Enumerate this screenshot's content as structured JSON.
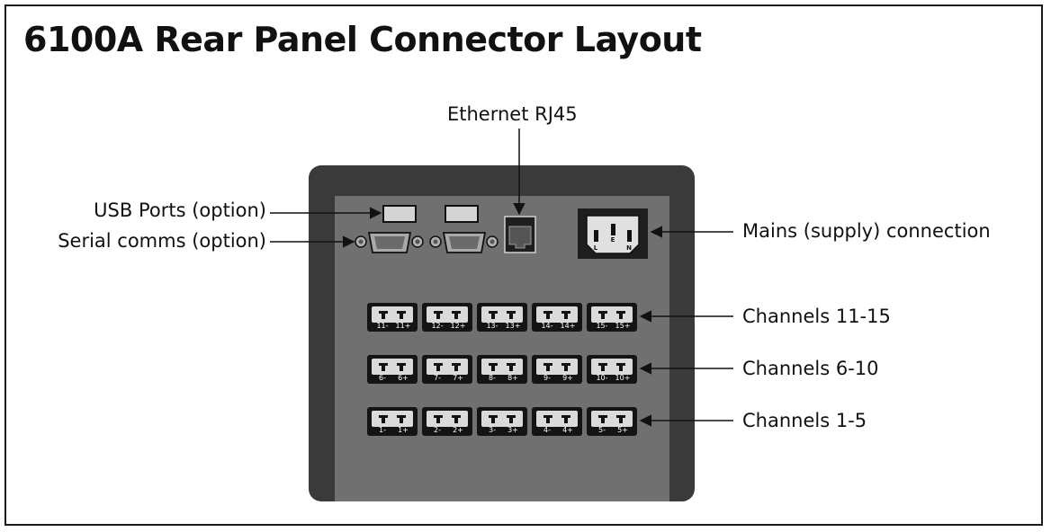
{
  "title": "6100A Rear Panel Connector Layout",
  "labels": {
    "ethernet": "Ethernet RJ45",
    "usb": "USB Ports (option)",
    "serial": "Serial comms (option)",
    "mains": "Mains (supply) connection",
    "channels_top": "Channels 11-15",
    "channels_mid": "Channels 6-10",
    "channels_bottom": "Channels 1-5"
  },
  "mains_pins": [
    "L",
    "E",
    "N"
  ],
  "channel_rows": [
    [
      [
        "11-",
        "11+"
      ],
      [
        "12-",
        "12+"
      ],
      [
        "13-",
        "13+"
      ],
      [
        "14-",
        "14+"
      ],
      [
        "15-",
        "15+"
      ]
    ],
    [
      [
        "6-",
        "6+"
      ],
      [
        "7-",
        "7+"
      ],
      [
        "8-",
        "8+"
      ],
      [
        "9-",
        "9+"
      ],
      [
        "10-",
        "10+"
      ]
    ],
    [
      [
        "1-",
        "1+"
      ],
      [
        "2-",
        "2+"
      ],
      [
        "3-",
        "3+"
      ],
      [
        "4-",
        "4+"
      ],
      [
        "5-",
        "5+"
      ]
    ]
  ],
  "colors": {
    "housing": "#3a3a3a",
    "panel": "#707070",
    "connector_body": "#d8d8d8",
    "line": "#111111"
  }
}
